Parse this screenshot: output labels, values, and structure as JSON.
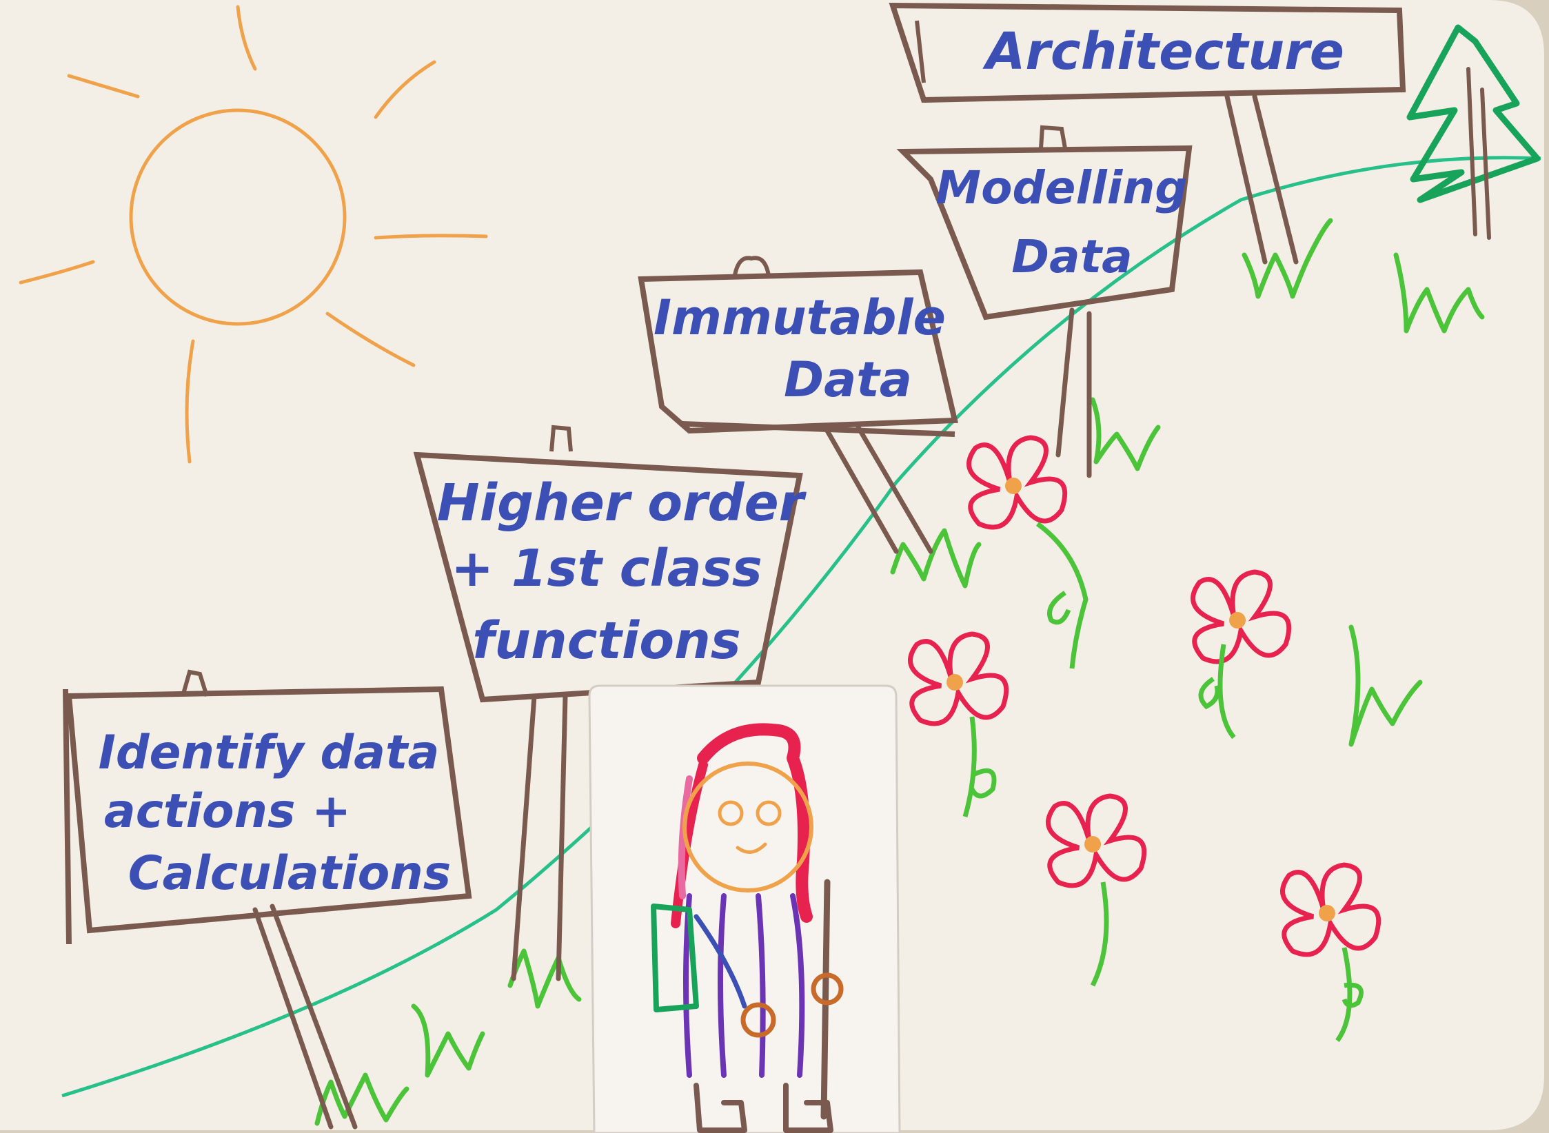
{
  "signs": [
    {
      "lines": [
        "Identify data",
        "actions +",
        "Calculations"
      ]
    },
    {
      "lines": [
        "Higher order",
        "+ 1st class",
        "functions"
      ]
    },
    {
      "lines": [
        "Immutable",
        "Data"
      ]
    },
    {
      "lines": [
        "Modelling",
        "Data"
      ]
    },
    {
      "lines": [
        "Architecture"
      ]
    }
  ],
  "colors": {
    "board": "#f3efe6",
    "ink_blue": "#3b4fb5",
    "sign_brown": "#7a5a4e",
    "path_green": "#27c08a",
    "grass_green": "#4cc43a",
    "sun_orange": "#f0a24a",
    "flower_red": "#e8224f",
    "flower_center": "#f0a24a",
    "tree_green": "#18a35a"
  },
  "illustration": {
    "sun": "sun-icon",
    "tree": "pine-tree-icon",
    "flower": "flower-icon",
    "character": "hiker-character"
  }
}
